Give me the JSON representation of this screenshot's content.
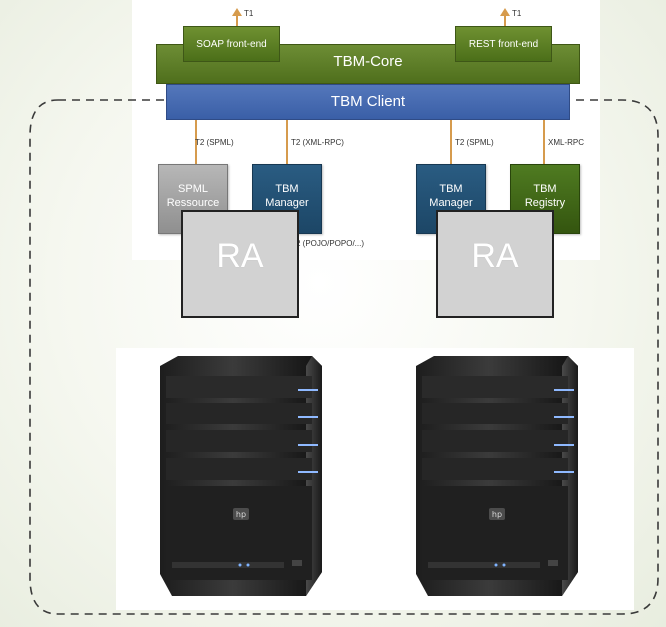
{
  "diagram": {
    "core_label": "TBM-Core",
    "client_label": "TBM Client",
    "soap_label": "SOAP front-end",
    "rest_label": "REST front-end",
    "t1_left": "T1",
    "t1_right": "T1",
    "connectors": {
      "spml_left": "T2 (SPML)",
      "xmlrpc_left": "T2 (XML-RPC)",
      "spml_right": "T2 (SPML)",
      "xmlrpc_right": "XML-RPC",
      "pojo_fragment": "2 (POJO/POPO/...)"
    },
    "components": {
      "spml_resource": "SPML\nRessource",
      "tbm_manager_left": "TBM\nManager",
      "tbm_manager_right": "TBM\nManager",
      "tbm_registry": "TBM\nRegistry"
    },
    "ra_left": "RA",
    "ra_right": "RA"
  },
  "colors": {
    "core_green": "#5b7d26",
    "client_blue": "#4a6fb5",
    "manager_blue": "#244f72",
    "registry_green": "#426a1a",
    "arrow_orange": "#d69b4d",
    "ra_gray": "#d2d2d2"
  },
  "icons": {
    "server_left": "server-tower-icon",
    "server_right": "server-tower-icon",
    "hp_logo": "hp-logo-icon"
  }
}
